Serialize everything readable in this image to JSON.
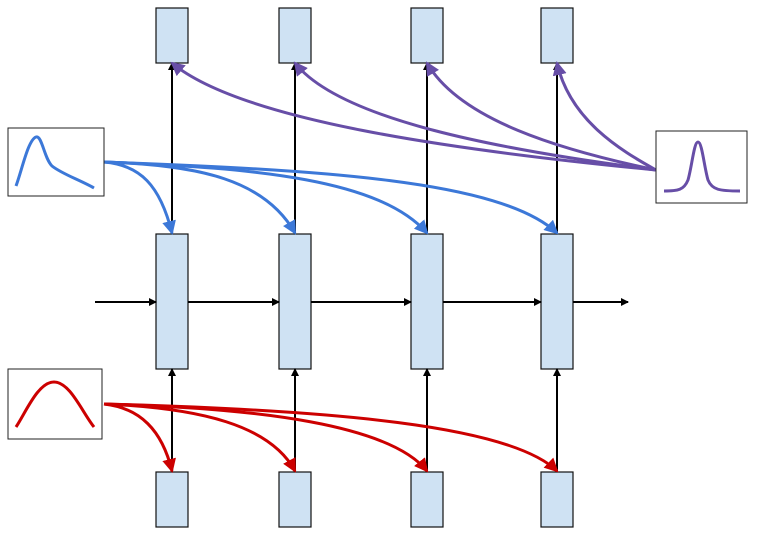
{
  "colors": {
    "cell_fill": "#cfe2f3",
    "connection": "#000000",
    "attention_blue": "#3c78d8",
    "attention_purple": "#674ea7",
    "attention_red": "#cc0000"
  },
  "diagram": {
    "columns": 4,
    "rows": [
      "output",
      "hidden",
      "input"
    ],
    "distributions": [
      {
        "name": "blue-distribution",
        "shape": "right-skewed",
        "color": "#3c78d8",
        "targets": "hidden-cells"
      },
      {
        "name": "purple-distribution",
        "shape": "narrow-peak",
        "color": "#674ea7",
        "targets": "output-cells"
      },
      {
        "name": "red-distribution",
        "shape": "broad-bell",
        "color": "#cc0000",
        "targets": "input-cells"
      }
    ]
  }
}
